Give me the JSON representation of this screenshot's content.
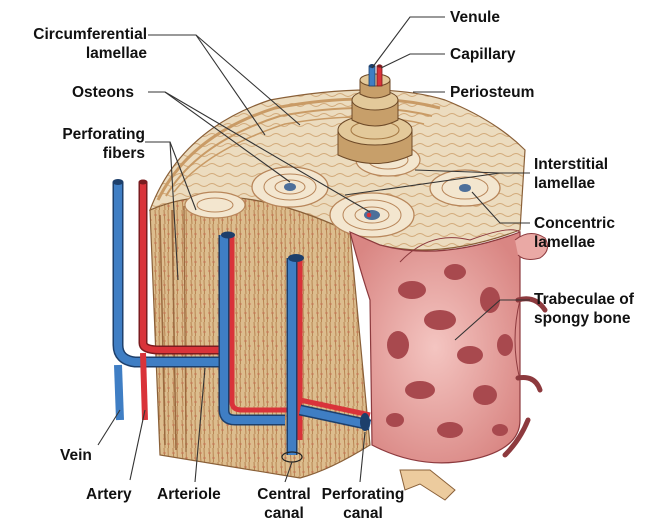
{
  "labels": {
    "circumferential_lamellae": "Circumferential lamellae",
    "osteons": "Osteons",
    "perforating_fibers": "Perforating fibers",
    "venule": "Venule",
    "capillary": "Capillary",
    "periosteum": "Periosteum",
    "interstitial_lamellae": "Interstitial lamellae",
    "concentric_lamellae": "Concentric lamellae",
    "trabeculae": "Trabeculae of spongy bone",
    "vein": "Vein",
    "artery": "Artery",
    "arteriole": "Arteriole",
    "central_canal": "Central canal",
    "perforating_canal": "Perforating canal"
  },
  "colors": {
    "bone_surface": "#ecdcbf",
    "bone_side": "#d9b98a",
    "fiber_line": "#b07a4a",
    "spongy_bone": "#e8a3a0",
    "spongy_hole": "#a8494e",
    "vein_blue": "#3f7ec4",
    "artery_red": "#d9333a",
    "leader_line": "#333333"
  }
}
